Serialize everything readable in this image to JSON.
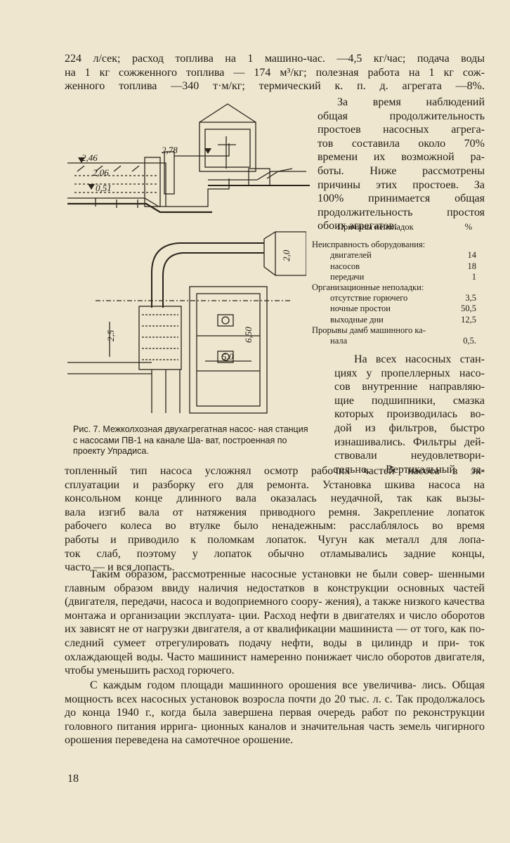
{
  "paragraphs": {
    "top_lines": [
      "224 л/сек; расход топлива на 1 машино-час. —4,5 кг/час; подача воды",
      "на 1 кг сожженного топлива — 174 м³/кг; полезная работа на 1 кг сож-",
      "женного топлива —340 т·м/кг; термический к. п. д. агрегата —8%."
    ],
    "right_lines": [
      "За время наблюдений",
      "общая продолжительность",
      "простоев насосных агрега-",
      "тов составила около 70%",
      "времени их возможной ра-",
      "боты. Ниже рассмотрены",
      "причины этих простоев. За",
      "100% принимается общая",
      "продолжительность простоя",
      "обоих агрегатов:"
    ],
    "right2_lines": [
      "На всех насосных стан-",
      "циях у пропеллерных насо-",
      "сов внутренние направляю-",
      "щие подшипники, смазка",
      "которых производилась во-",
      "дой из фильтров, быстро",
      "изнашивались. Фильтры дей-",
      "ствовали неудовлетвори-",
      "тельно. Вертикальный за-"
    ],
    "cont_lines": [
      "топленный тип насоса усложнял осмотр рабочих частей насоса в эк-",
      "сплуатации и разборку его для ремонта. Установка шкива насоса на",
      "консольном конце длинного вала оказалась неудачной, так как вызы-",
      "вала изгиб вала от натяжения приводного ремня. Закрепление лопаток",
      "рабочего колеса во втулке было ненадежным: расслаблялось во время",
      "работы и приводило к поломкам лопаток. Чугун как металл для лопа-",
      "ток слаб, поэтому у лопаток обычно отламывались задние концы,",
      "часто — и вся лопасть."
    ],
    "conclusion": "Таким образом, рассмотренные насосные установки не были совер- шенными главным образом ввиду наличия недостатков в конструкции основных частей (двигателя, передачи, насоса и водоприемного соору- жения), а также низкого качества монтажа и организации эксплуата- ции. Расход нефти в двигателях и число оборотов их зависят не от нагрузки двигателя, а от квалификации машиниста — от того, как по- следний сумеет отрегулировать подачу нефти, воды в цилиндр и при- ток охлаждающей воды. Часто машинист намеренно понижает число оборотов двигателя, чтобы уменьшить расход горючего.",
    "final": "С каждым годом площади машинного орошения все увеличива- лись. Общая мощность всех насосных установок возросла почти до 20 тыс. л. с. Так продолжалось до конца 1940 г., когда была завершена первая очередь работ по реконструкции головного питания ирригa- ционных каналов и значительная часть земель чигирного орошения переведена на самотечное орошение."
  },
  "table": {
    "header_cause": "Причины неполадок",
    "header_pct": "%",
    "groups": [
      {
        "title": "Неисправность оборудования:",
        "rows": [
          {
            "label": "двигателей",
            "value": "14"
          },
          {
            "label": "насосов",
            "value": "18"
          },
          {
            "label": "передачи",
            "value": "1"
          }
        ]
      },
      {
        "title": "Организационные неполадки:",
        "rows": [
          {
            "label": "отсутствие горючего",
            "value": "3,5"
          },
          {
            "label": "ночные простои",
            "value": "50,5"
          },
          {
            "label": "выходные дни",
            "value": "12,5"
          }
        ]
      }
    ],
    "last_row_line1": "Прорывы дамб машинного ка-",
    "last_row_line2": "нала",
    "last_row_value": "0,5."
  },
  "figure": {
    "section_labels": [
      "2,46",
      "2,78",
      "2,06",
      "0,51"
    ],
    "plan_labels": [
      "2,0",
      "2,5",
      "6,50",
      "5,0"
    ],
    "caption": "Рис. 7. Межколхозная двухагрегатная насос- ная станция с насосами ПВ-1 на канале Ша- ват, построенная по проекту Упрадиса."
  },
  "page_number": "18"
}
